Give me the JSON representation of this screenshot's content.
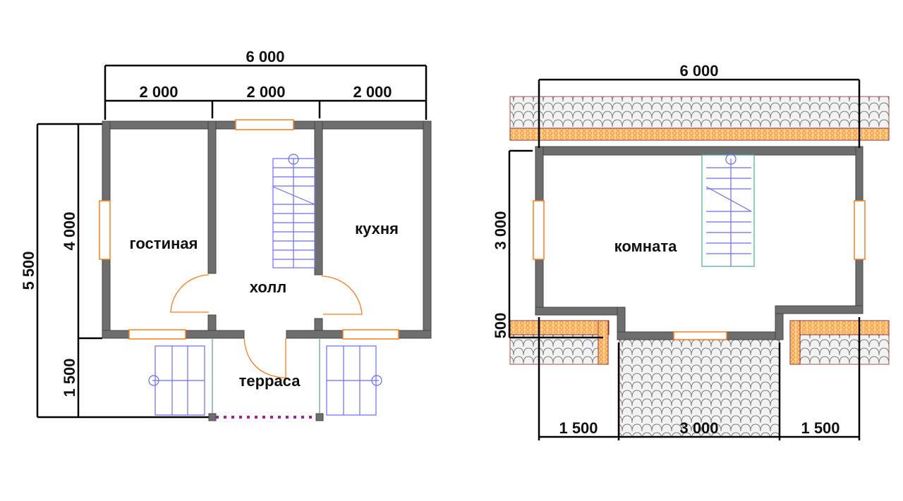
{
  "ground_floor": {
    "dimensions": {
      "total_width": "6 000",
      "segment_1": "2 000",
      "segment_2": "2 000",
      "segment_3": "2 000",
      "total_depth": "5 500",
      "house_depth": "4 000",
      "terrace_depth": "1 500"
    },
    "rooms": {
      "living": "гостиная",
      "kitchen": "кухня",
      "hall": "холл",
      "terrace": "терраса"
    }
  },
  "attic_floor": {
    "dimensions": {
      "total_width": "6 000",
      "room_depth": "3 000",
      "offset": "500",
      "left": "1 500",
      "center": "3 000",
      "right": "1 500"
    },
    "rooms": {
      "room": "комната"
    }
  },
  "colors": {
    "wall": "#6e6e6e",
    "window": "#ff7a1a",
    "stairs": "#6a6aff",
    "roof_insulation": "#ffb060"
  }
}
